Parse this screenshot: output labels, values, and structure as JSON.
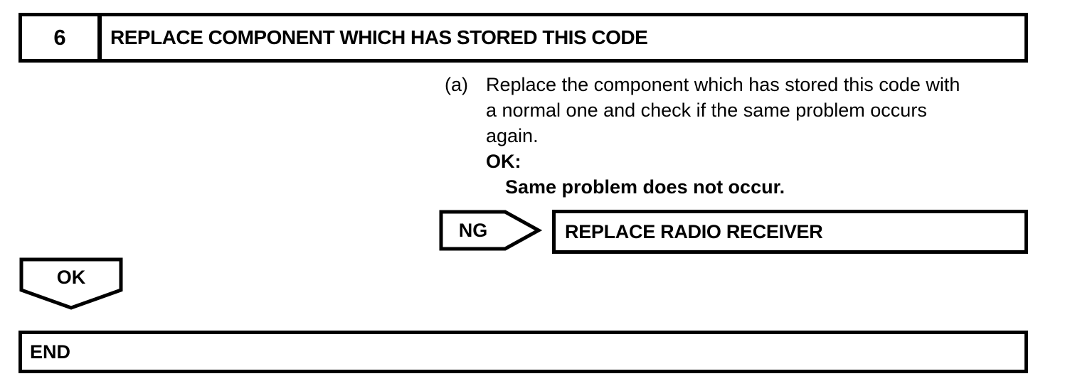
{
  "page": {
    "background_color": "#ffffff",
    "ink_color": "#000000"
  },
  "step_header": {
    "number": "6",
    "title": "REPLACE COMPONENT WHICH HAS STORED THIS CODE"
  },
  "instruction": {
    "marker": "(a)",
    "lines": [
      "Replace the component which has stored this code with",
      "a normal one and check if the same problem occurs",
      "again."
    ],
    "ok_label": "OK:",
    "ok_text": "Same problem does not occur."
  },
  "ng_branch": {
    "label": "NG",
    "action": "REPLACE RADIO RECEIVER"
  },
  "ok_branch": {
    "label": "OK"
  },
  "end": {
    "label": "END"
  }
}
